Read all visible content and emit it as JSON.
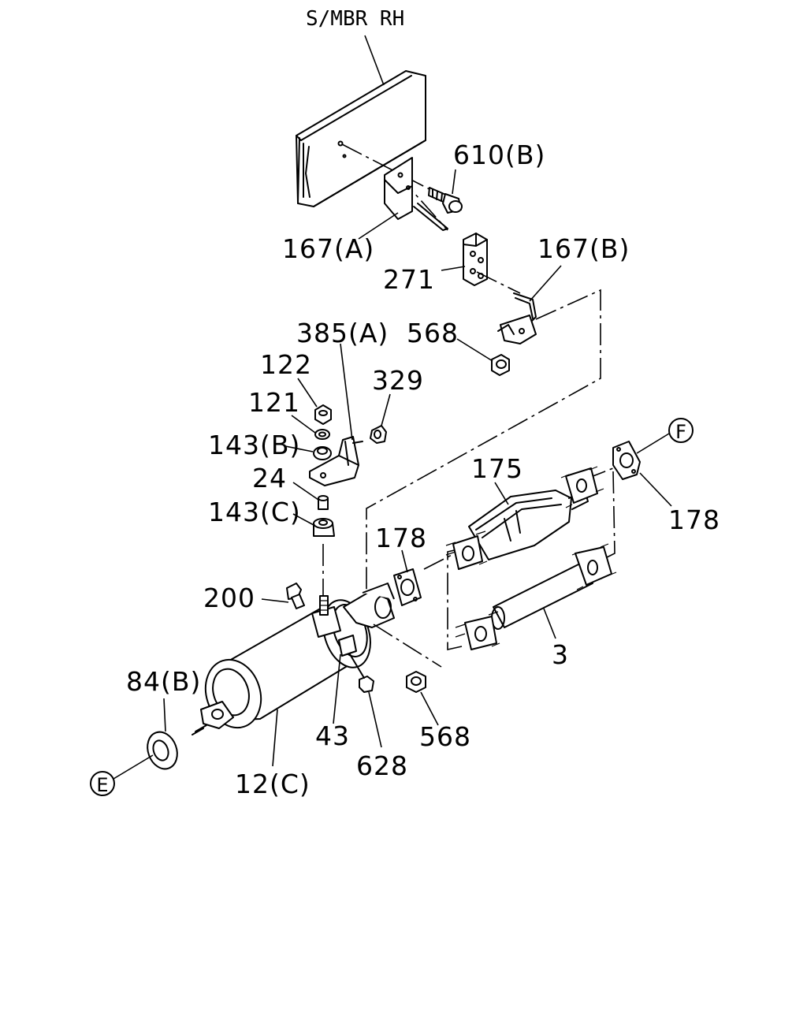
{
  "header": {
    "frame_label": "S/MBR RH"
  },
  "refs": {
    "ref_f": "F",
    "ref_e": "E"
  },
  "labels": {
    "l610b": "610(B)",
    "l167a": "167(A)",
    "l167b": "167(B)",
    "l271": "271",
    "l385a": "385(A)",
    "l568_top": "568",
    "l122": "122",
    "l121": "121",
    "l329": "329",
    "l143b": "143(B)",
    "l24": "24",
    "l143c": "143(C)",
    "l175": "175",
    "l178_right": "178",
    "l178_mid": "178",
    "l200": "200",
    "l3": "3",
    "l84b": "84(B)",
    "l43": "43",
    "l568_bottom": "568",
    "l628": "628",
    "l12c": "12(C)"
  }
}
